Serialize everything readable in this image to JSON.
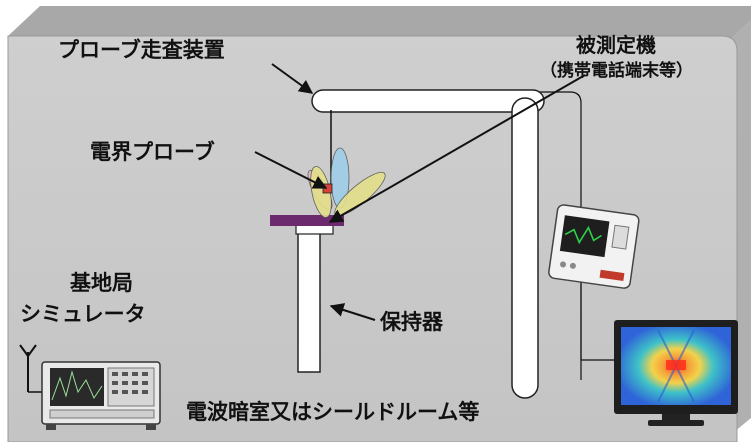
{
  "labels": {
    "probe_scanner": "プローブ走査装置",
    "device_under_test": "被測定機",
    "device_under_test_sub": "（携帯電話端末等）",
    "e_field_probe": "電界プローブ",
    "base_station_line1": "基地局",
    "base_station_line2": "シミュレータ",
    "holder": "保持器",
    "chamber": "電波暗室又はシールドルーム等"
  },
  "colors": {
    "room_floor": "#c9c9c9",
    "room_top": "#a3a3a3",
    "room_side": "#b3b3b3",
    "arm": "#ffffff",
    "outline": "#222222",
    "device_platform": "#6b2a6e",
    "probe_tip": "#d0443a",
    "lobe_yellow": "#e4e08a",
    "lobe_blue": "#9fcde8",
    "lobe_pink": "#e6b5c8",
    "heatmap_center": "#ff3a2a",
    "heatmap_mid": "#f2c84a",
    "heatmap_outer": "#2f7fe0",
    "monitor_frame": "#222222",
    "analyzer_body": "#e9e9e9",
    "analyzer_screen": "#2a2a2a",
    "analyzer_screen_green": "#2fd04a"
  },
  "icons": {
    "analyzer": "spectrum-analyzer-icon",
    "antenna": "antenna-icon",
    "monitor": "field-distribution-monitor-icon",
    "instrument": "measurement-instrument-icon"
  }
}
